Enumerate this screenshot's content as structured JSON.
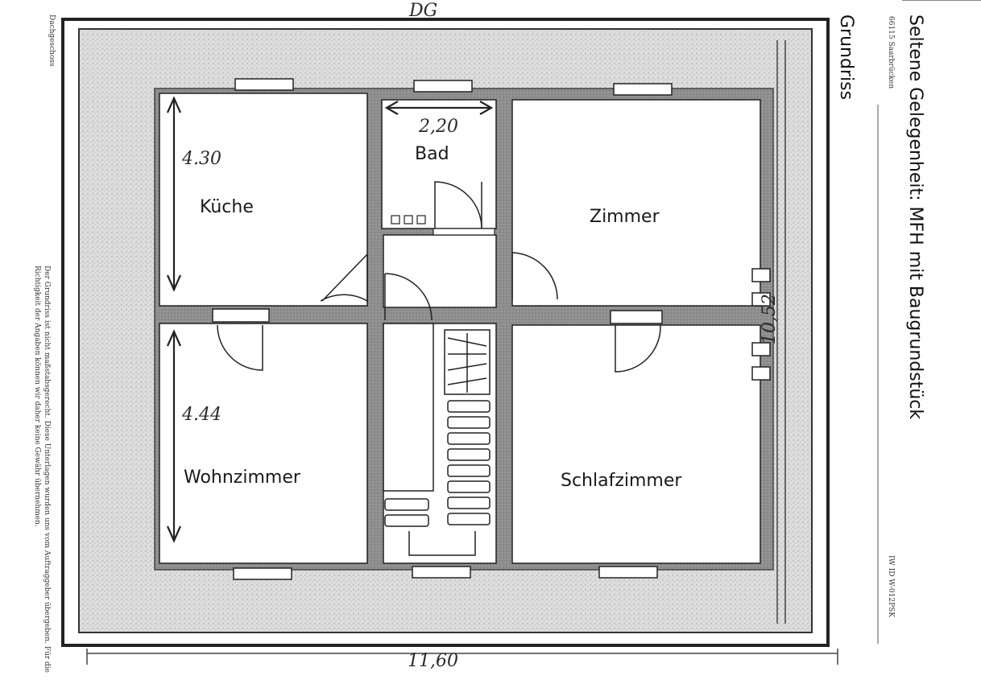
{
  "drawing": {
    "floor_label": "DG",
    "width_mark": "11,60",
    "height_mark": "10,52",
    "rooms": {
      "kueche": {
        "name": "Küche",
        "dim": "4.30"
      },
      "bad": {
        "name": "Bad",
        "dim": "2,20"
      },
      "zimmer": {
        "name": "Zimmer"
      },
      "wohnzimmer": {
        "name": "Wohnzimmer",
        "dim": "4.44"
      },
      "schlafzimmer": {
        "name": "Schlafzimmer"
      }
    }
  },
  "side_text": {
    "title": "Seltene Gelegenheit: MFH mit Baugrundstück",
    "location": "66115 Saarbrücken",
    "section": "Grundriss",
    "id": "IW ID W-012PSK",
    "top_left": "Dachgeschoss",
    "disclaimer_1": "Der Grundriss ist nicht maßstabsgerecht. Diese Unterlagen wurden uns vom Auftraggeber übergeben. Für die",
    "disclaimer_2": "Richtigkeit der Angaben können wir daher keine Gewähr übernehmen."
  },
  "colors": {
    "wall": "#8c8c8c",
    "speckle": "#d0d0d0",
    "line": "#222222"
  }
}
